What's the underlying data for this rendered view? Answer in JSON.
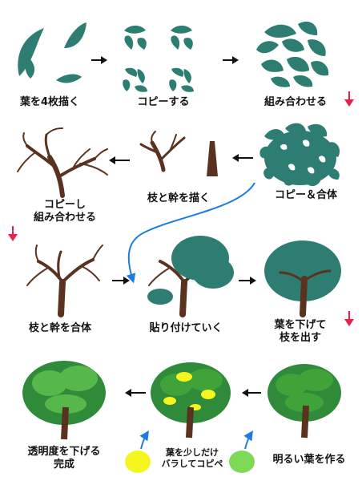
{
  "steps": {
    "s1": "葉を4枚描く",
    "s2": "コピーする",
    "s3": "組み合わせる",
    "s4": "コピー＆合体",
    "s5": "枝と幹を描く",
    "s6_line1": "コピーし",
    "s6_line2": "組み合わせる",
    "s7": "枝と幹を合体",
    "s8": "貼り付けていく",
    "s9_line1": "葉を下げて",
    "s9_line2": "枝を出す",
    "s10": "明るい葉を作る",
    "s11_line1": "葉を少しだけ",
    "s11_line2": "バラしてコピペ",
    "s12_line1": "透明度を下げる",
    "s12_line2": "完成"
  },
  "colors": {
    "leaf": "#2e7d72",
    "leaf_dark": "#1f5f56",
    "trunk": "#5a3320",
    "green_bright": "#3fa33a",
    "green_light": "#7ed957",
    "yellow": "#f5f51e",
    "flow_arrow": "#1e7be0",
    "red_arrow": "#e8204a",
    "arrow": "#111111"
  }
}
